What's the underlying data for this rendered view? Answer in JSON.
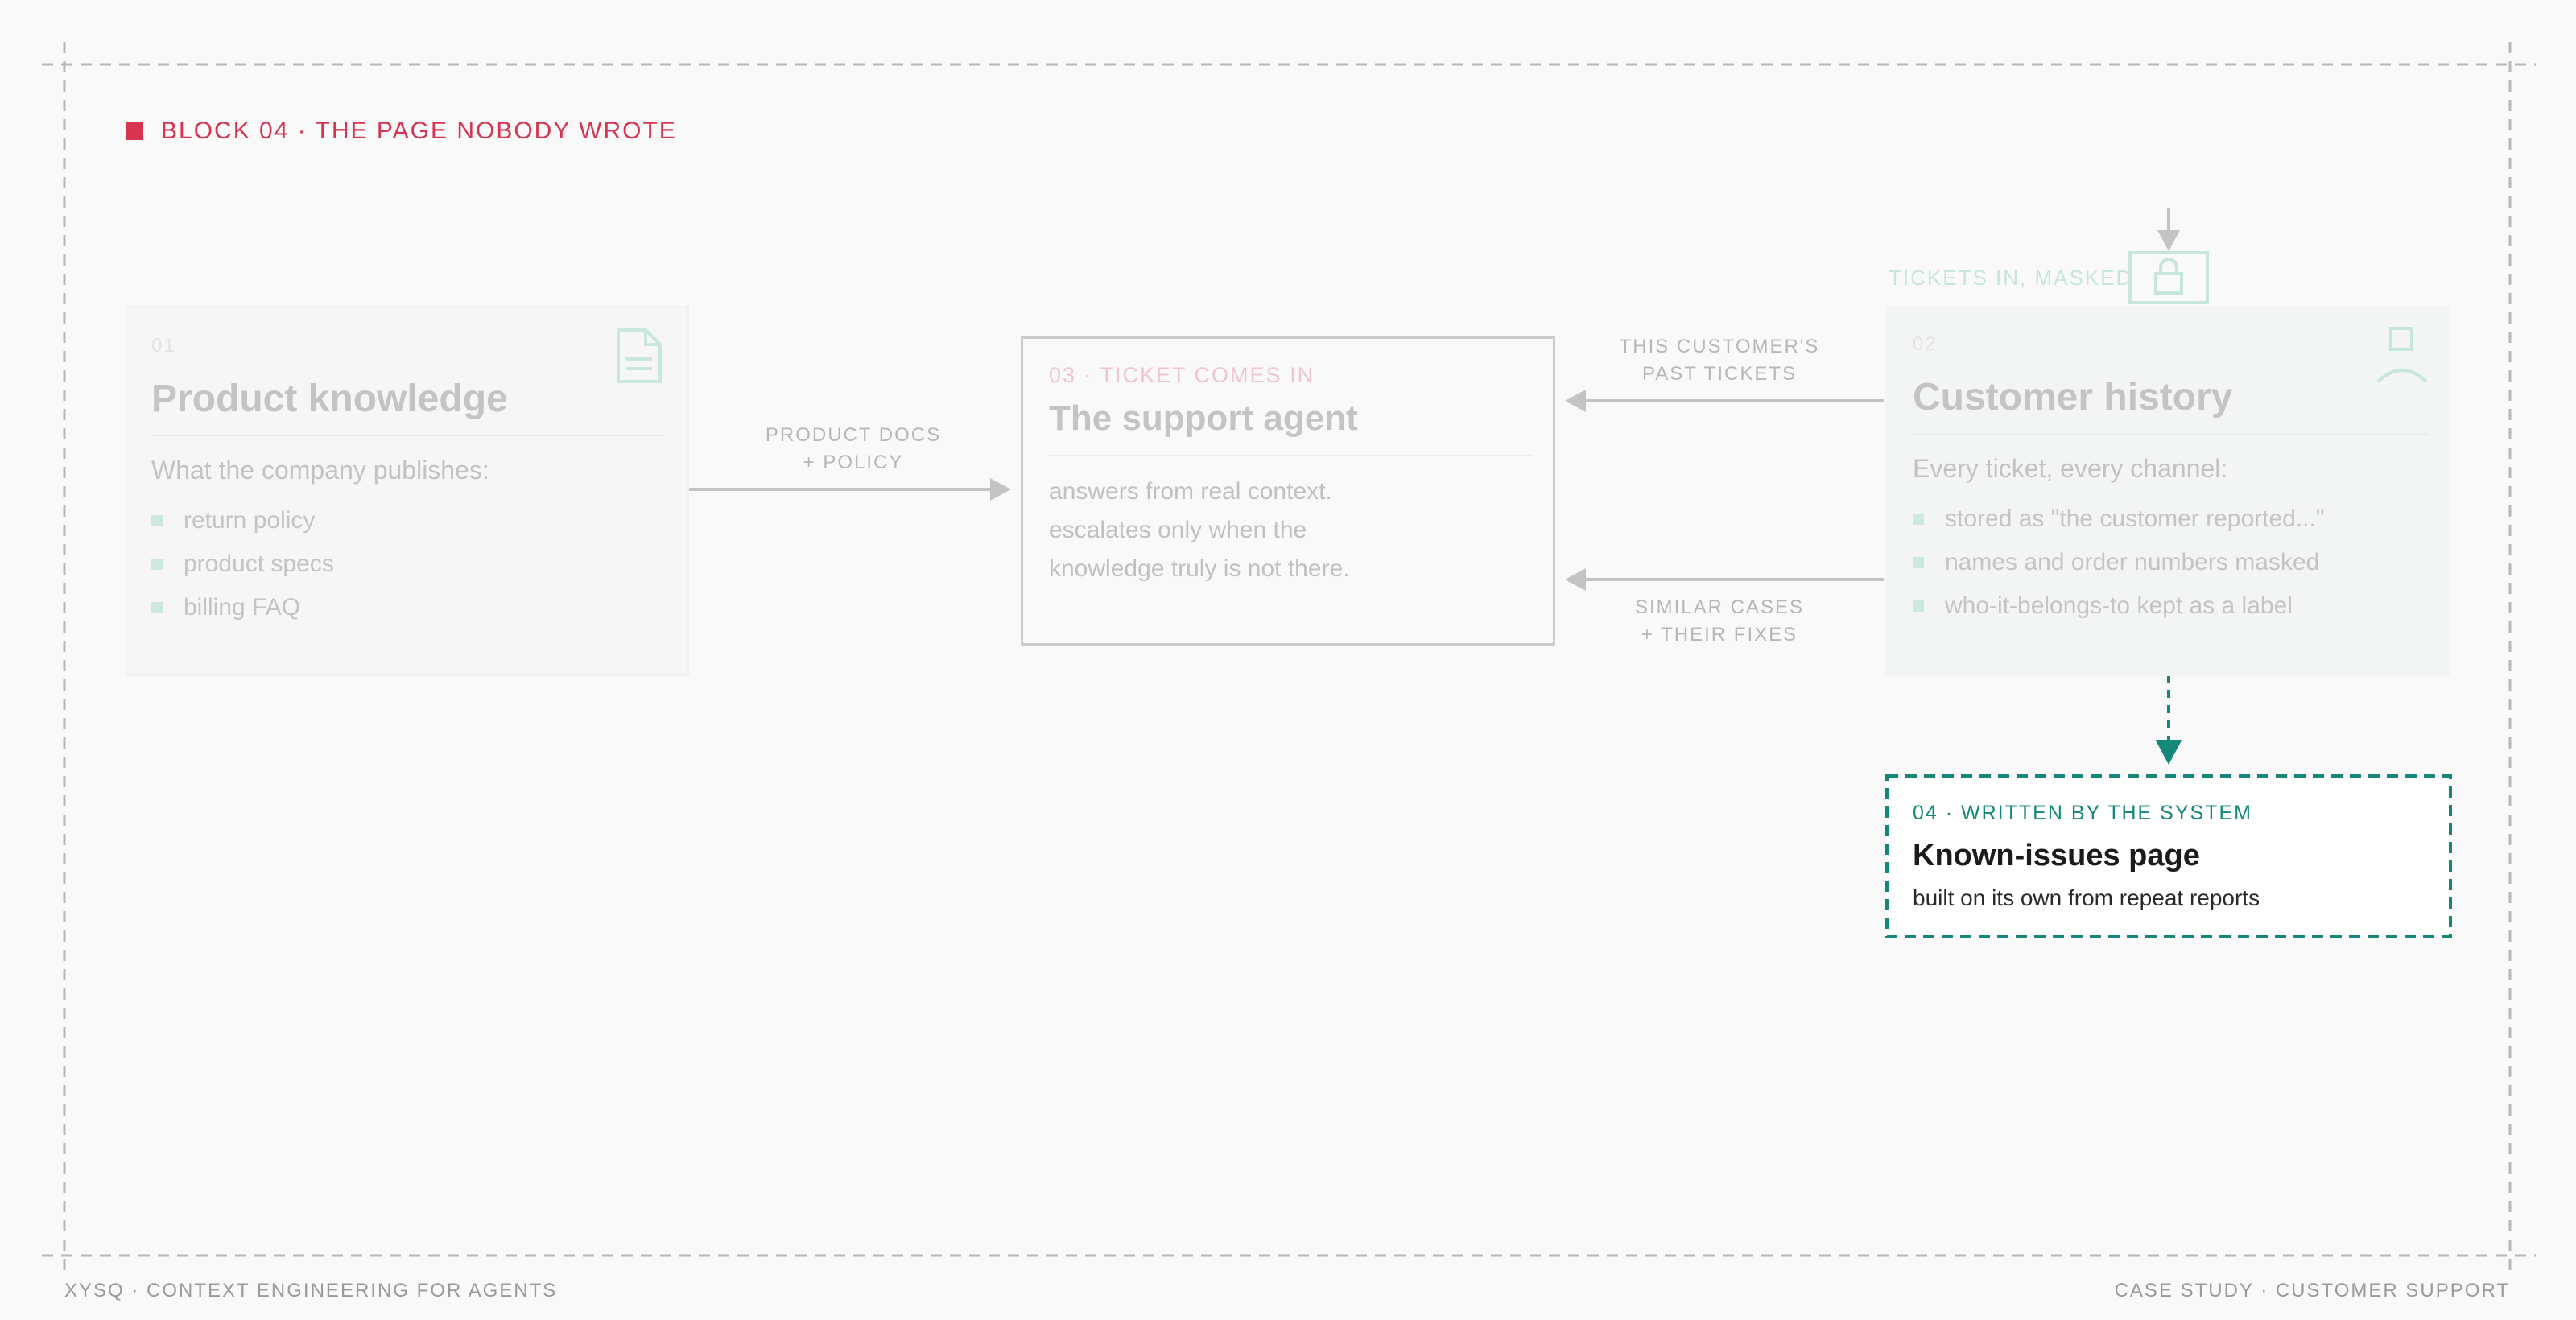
{
  "header": {
    "block_label": "BLOCK 04 · THE PAGE NOBODY WROTE"
  },
  "product_card": {
    "number": "01",
    "title": "Product knowledge",
    "intro": "What the company publishes:",
    "items": [
      "return policy",
      "product specs",
      "billing FAQ"
    ],
    "icon": "document-icon"
  },
  "agent_card": {
    "label": "03 · TICKET COMES IN",
    "title": "The support agent",
    "lines": [
      "answers from real context.",
      "escalates only when the",
      "knowledge truly is not there."
    ]
  },
  "history_card": {
    "number": "02",
    "title": "Customer history",
    "intro": "Every ticket, every channel:",
    "items": [
      "stored as \"the customer reported...\"",
      "names and order numbers masked",
      "who-it-belongs-to kept as a label"
    ],
    "icon": "person-icon"
  },
  "arrows": {
    "product_to_agent": [
      "PRODUCT DOCS",
      "+ POLICY"
    ],
    "history_to_agent_top": [
      "THIS CUSTOMER'S",
      "PAST TICKETS"
    ],
    "history_to_agent_bottom": [
      "SIMILAR CASES",
      "+ THEIR FIXES"
    ]
  },
  "masked": {
    "label": "TICKETS IN, MASKED",
    "icon": "lock-icon"
  },
  "known_issues": {
    "label": "04 · WRITTEN BY THE SYSTEM",
    "title": "Known-issues page",
    "subtitle": "built on its own from repeat reports"
  },
  "footer": {
    "left": "XYSQ · CONTEXT ENGINEERING FOR AGENTS",
    "right": "CASE STUDY · CUSTOMER SUPPORT"
  },
  "colors": {
    "accent_red": "#d63450",
    "accent_teal": "#13887a",
    "muted_teal": "#c6e5dd",
    "arrow_grey": "#c3c3c3"
  }
}
